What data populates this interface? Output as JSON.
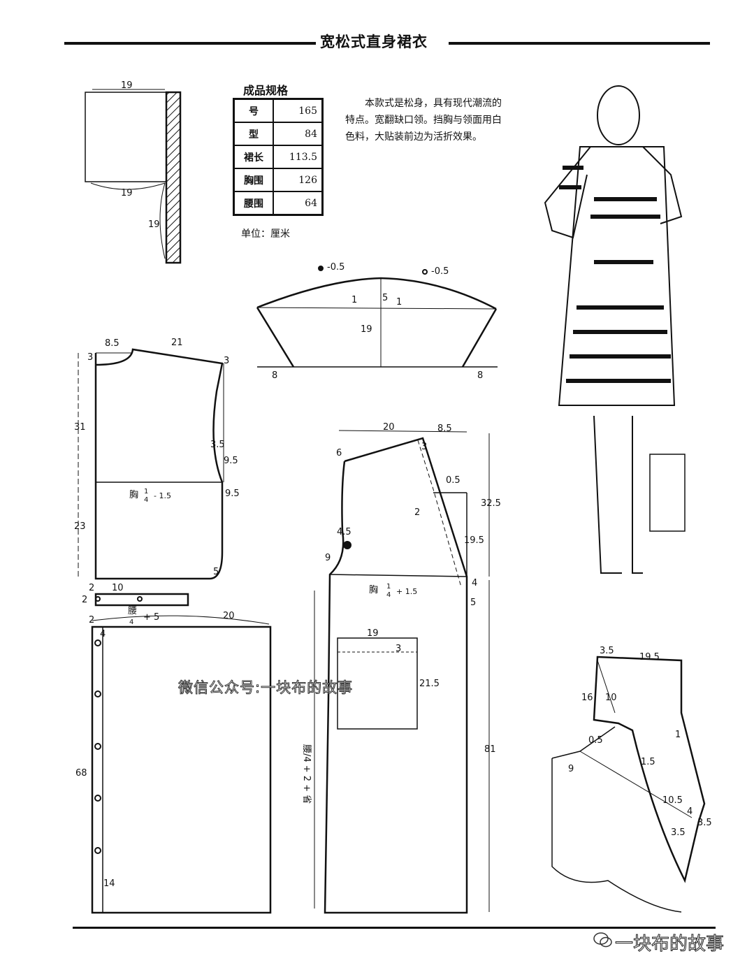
{
  "title": "宽松式直身裙衣",
  "spec_table": {
    "title": "成品规格",
    "rows": [
      {
        "label": "号",
        "value": "165"
      },
      {
        "label": "型",
        "value": "84"
      },
      {
        "label": "裙长",
        "value": "113.5"
      },
      {
        "label": "胸围",
        "value": "126"
      },
      {
        "label": "腰围",
        "value": "64"
      }
    ],
    "unit": "单位：厘米"
  },
  "description": "本款式是松身，具有现代潮流的特点。宽翻缺口领。挡胸与领面用白色料，大贴装前边为活折效果。",
  "watermark": "微信公众号:一块布的故事",
  "footer_brand": "一块布的故事",
  "labels": {
    "top_piece": {
      "top": "19",
      "bottom": "19",
      "side": "19"
    },
    "sleeve": {
      "left_mark": "-0.5",
      "right_mark": "-0.5",
      "l1": "1",
      "center": "5",
      "r1": "1",
      "height": "19",
      "left_base": "8",
      "right_base": "8"
    },
    "back_bodice": {
      "neck_w": "8.5",
      "shoulder": "21",
      "neck_d": "3",
      "shoulder_d": "3",
      "upper": "31",
      "lower": "23",
      "armhole_35": "3.5",
      "a95": "9.5",
      "b95": "9.5",
      "chest": "胸",
      "chest_frac_num": "1",
      "chest_frac_den": "4",
      "chest_adj": "- 1.5",
      "corner": "5"
    },
    "waistband": {
      "w1": "2",
      "len": "10",
      "w2": "2",
      "w3": "2",
      "waist": "腰",
      "waist_den": "4",
      "plus5": "+ 5",
      "w20": "20"
    },
    "back_skirt": {
      "top": "4",
      "height": "68",
      "bottom": "14"
    },
    "front_bodice": {
      "w20": "20",
      "w85": "8.5",
      "n6": "6",
      "n3": "3",
      "h325": "32.5",
      "m05": "0.5",
      "m2": "2",
      "m45": "4.5",
      "m195": "19.5",
      "m9": "9",
      "chest": "胸",
      "frac_num": "1",
      "frac_den": "4",
      "adj": "+ 1.5",
      "m4": "4",
      "m5": "5"
    },
    "front_skirt": {
      "pocket_w": "19",
      "pocket_top": "3",
      "pocket_h": "21.5",
      "len": "81",
      "side_formula": "腰/4 + 2 + 省"
    },
    "collar": {
      "c35": "3.5",
      "c195": "19.5",
      "c16": "16",
      "c10": "10",
      "c1": "1",
      "c05": "0.5",
      "c9": "9",
      "c15": "1.5",
      "c105": "10.5",
      "c4": "4",
      "c35b": "3.5",
      "c35c": "3.5"
    }
  }
}
